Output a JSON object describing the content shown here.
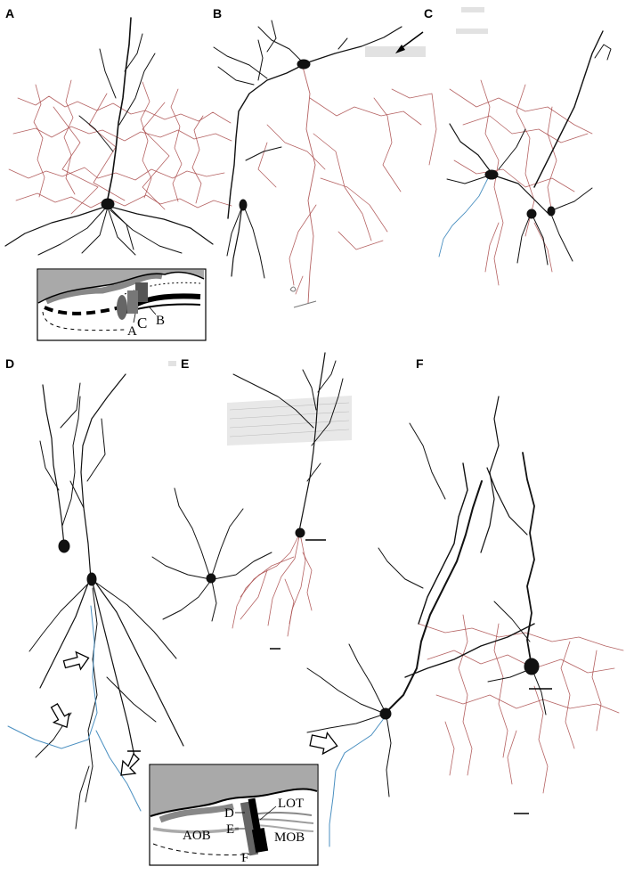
{
  "panels": {
    "A": "A",
    "B": "B",
    "C": "C",
    "D": "D",
    "E": "E",
    "F": "F"
  },
  "inset_top": {
    "labels": {
      "a": "A",
      "b": "B",
      "c": "C"
    }
  },
  "inset_bottom": {
    "labels": {
      "lot": "LOT",
      "aob": "AOB",
      "mob": "MOB",
      "d": "D",
      "e": "E",
      "f": "F"
    }
  },
  "colors": {
    "dendrite": "#111111",
    "axon_red": "#a84848",
    "axon_blue": "#4a8fc0",
    "inset_gray": "#a9a9a9"
  }
}
